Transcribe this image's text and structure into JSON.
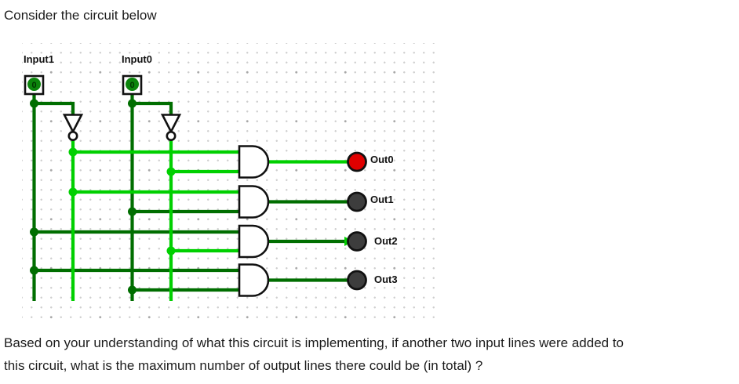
{
  "page": {
    "title": "Consider the circuit below",
    "question_line1": "Based on your understanding of what this circuit is implementing, if another two input lines were added to",
    "question_line2": "this circuit, what is the maximum number of output lines there could be (in total) ?"
  },
  "circuit": {
    "inputs": [
      {
        "label": "Input1",
        "value": "0"
      },
      {
        "label": "Input0",
        "value": "0"
      }
    ],
    "outputs": [
      {
        "label": "Out0",
        "state": "on"
      },
      {
        "label": "Out1",
        "state": "off"
      },
      {
        "label": "Out2",
        "state": "off"
      },
      {
        "label": "Out3",
        "state": "off"
      }
    ],
    "colors": {
      "wire_high": "#00d000",
      "wire_low": "#006e00",
      "led_on": "#e00000",
      "led_off": "#3d3d3d",
      "outline": "#111111",
      "pin_fill": "#0c850c"
    }
  }
}
